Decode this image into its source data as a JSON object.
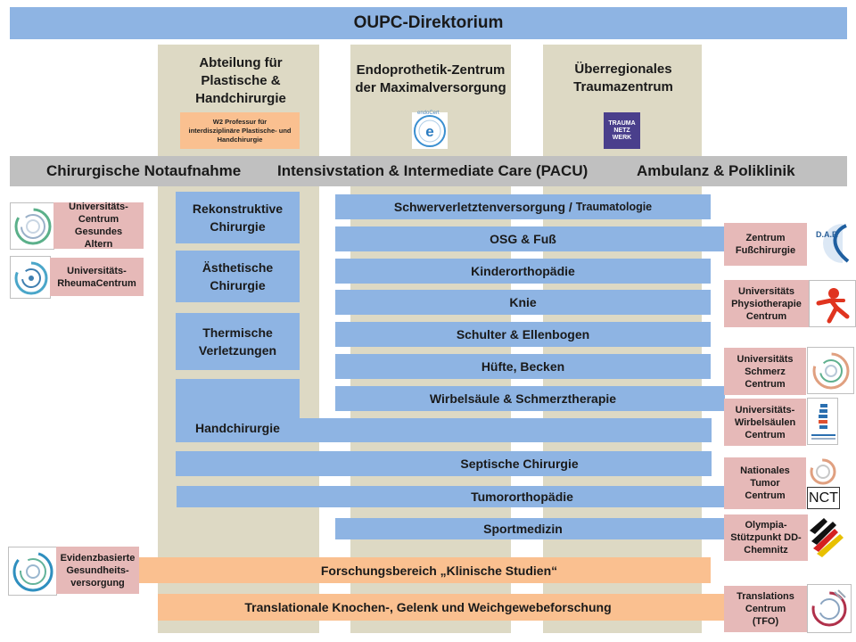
{
  "top_bar": "OUPC-Direktorium",
  "columns": {
    "plastic": "Abteilung für Plastische & Handchirurgie",
    "plastic_note": "W2 Professur für interdisziplinäre Plastische- und Handchirurgie",
    "endo": "Endoprothetik-Zentrum der Maximalversorgung",
    "endo_logo": "endoCert",
    "trauma": "Überregionales Traumazentrum",
    "trauma_logo": "TRAUMA NETZ WERK"
  },
  "gray_bar": {
    "left": "Chirurgische Notaufnahme",
    "middle": "Intensivstation & Intermediate Care (PACU)",
    "right": "Ambulanz & Poliklinik"
  },
  "plastic_units": [
    "Rekonstruktive Chirurgie",
    "Ästhetische Chirurgie",
    "Thermische Verletzungen",
    "Handchirurgie"
  ],
  "ortho_units": [
    {
      "main": "Schwerverletztenversorgung / ",
      "sub": "Traumatologie"
    },
    {
      "main": "OSG & Fuß"
    },
    {
      "main": "Kinderorthopädie"
    },
    {
      "main": "Knie"
    },
    {
      "main": "Schulter & Ellenbogen"
    },
    {
      "main": "Hüfte, Becken"
    },
    {
      "main": "Wirbelsäule & Schmerztherapie"
    }
  ],
  "wide_units": [
    "Septische Chirurgie",
    "Tumororthopädie",
    "Sportmedizin"
  ],
  "research": [
    "Forschungsbereich „Klinische Studien“",
    "Translationale Knochen-, Gelenk und Weichgewebeforschung"
  ],
  "left_centers": [
    "Universitäts-Centrum Gesundes Altern",
    "Universitäts-RheumaCentrum",
    "Evidenzbasierte Gesundheits-versorgung"
  ],
  "right_centers": [
    "Zentrum Fußchirurgie",
    "Universitäts Physiotherapie Centrum",
    "Universitäts Schmerz Centrum",
    "Universitäts-Wirbelsäulen Centrum",
    "Nationales Tumor Centrum",
    "Olympia-Stützpunkt DD-Chemnitz",
    "Translations Centrum (TFO)"
  ],
  "logo_texts": {
    "daf": "D.A.F.",
    "nct": "NCT"
  },
  "colors": {
    "blue": "#8eb4e3",
    "gray": "#c0c0c0",
    "beige": "#ddd9c4",
    "orange": "#fac090",
    "pink": "#e6b9b8"
  }
}
